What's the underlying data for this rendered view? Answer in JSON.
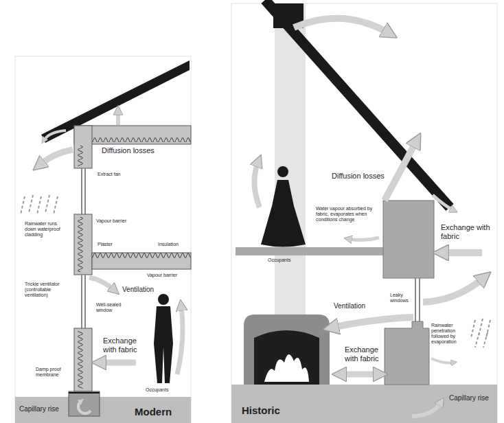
{
  "diagram": {
    "labels": [
      "Diffusion losses",
      "Extract fan",
      "Rainwater runs down waterproof cladding",
      "Vapour barrier",
      "Plaster",
      "Insulation",
      "Vapour barrier",
      "Trickle ventilator (controllable ventilation)",
      "Ventilation",
      "Well-sealed window",
      "Exchange with fabric",
      "Damp proof membrane",
      "Capillary rise",
      "Occupants",
      "Modern",
      "Diffusion losses",
      "Water vapour absorbed by fabric, evaporates when conditions change",
      "Occupants",
      "Exchange with fabric",
      "Ventilation",
      "Leaky windows",
      "Exchange with fabric",
      "Rainwater penetration followed by evaporation",
      "Capillary rise",
      "Historic"
    ]
  }
}
